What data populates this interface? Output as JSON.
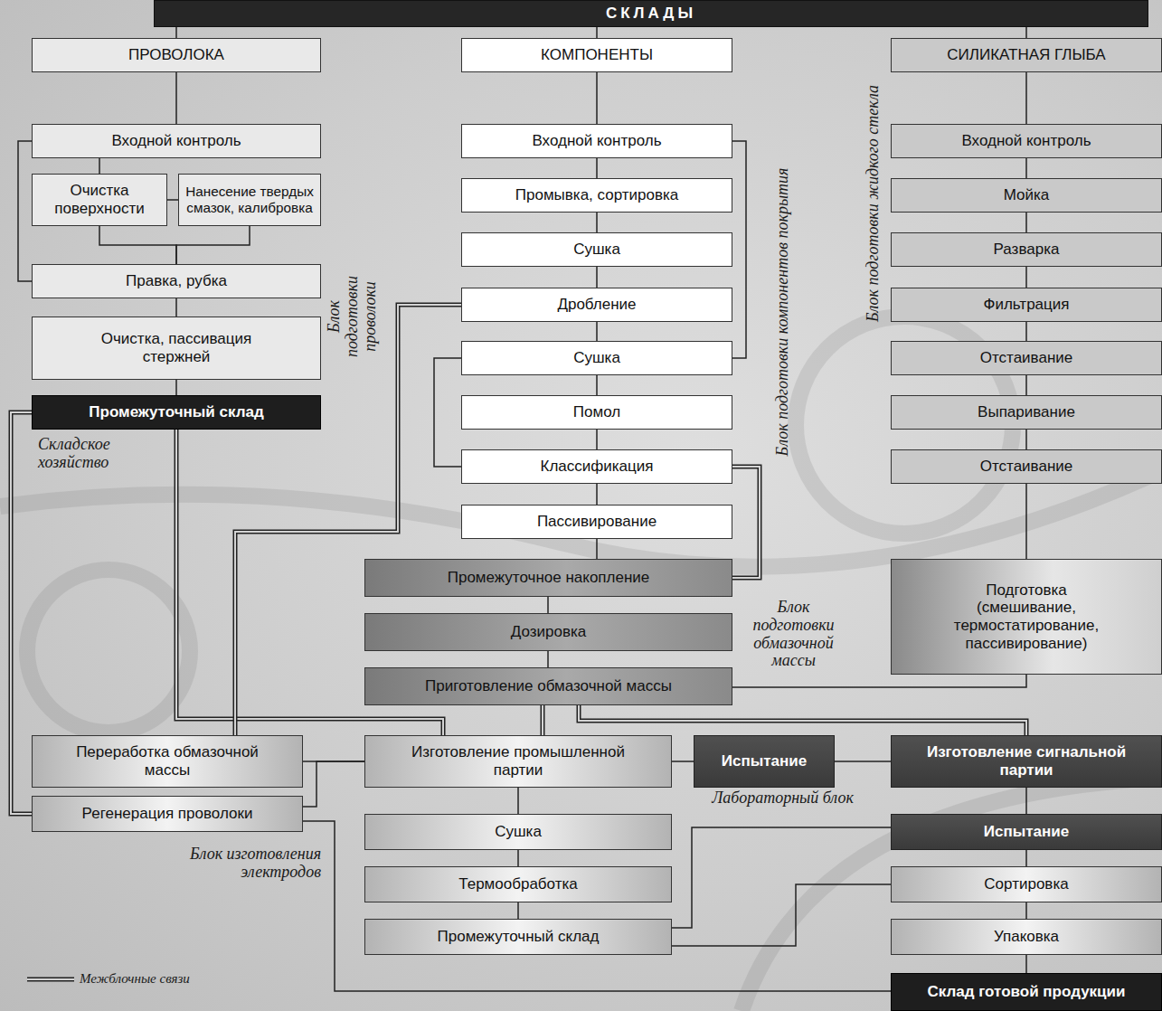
{
  "diagram": {
    "nodes": [
      {
        "text": [
          "СКЛАДЫ"
        ]
      },
      {
        "text": [
          "ПРОВОЛОКА"
        ]
      },
      {
        "text": [
          "Входной контроль"
        ]
      },
      {
        "text": [
          "Очистка поверхности"
        ]
      },
      {
        "text": [
          "Нанесение твердых смазок, калибровка"
        ]
      },
      {
        "text": [
          "Правка, рубка"
        ]
      },
      {
        "text": [
          "Очистка, пассивация стержней"
        ]
      },
      {
        "text": [
          "Промежуточный склад"
        ]
      },
      {
        "text": [
          "КОМПОНЕНТЫ"
        ]
      },
      {
        "text": [
          "Входной контроль"
        ]
      },
      {
        "text": [
          "Промывка, сортировка"
        ]
      },
      {
        "text": [
          "Сушка"
        ]
      },
      {
        "text": [
          "Дробление"
        ]
      },
      {
        "text": [
          "Сушка"
        ]
      },
      {
        "text": [
          "Помол"
        ]
      },
      {
        "text": [
          "Классификация"
        ]
      },
      {
        "text": [
          "Пассивирование"
        ]
      },
      {
        "text": [
          "Промежуточное накопление"
        ]
      },
      {
        "text": [
          "Дозировка"
        ]
      },
      {
        "text": [
          "Приготовление обмазочной массы"
        ]
      },
      {
        "text": [
          "СИЛИКАТНАЯ ГЛЫБА"
        ]
      },
      {
        "text": [
          "Входной контроль"
        ]
      },
      {
        "text": [
          "Мойка"
        ]
      },
      {
        "text": [
          "Разварка"
        ]
      },
      {
        "text": [
          "Фильтрация"
        ]
      },
      {
        "text": [
          "Отстаивание"
        ]
      },
      {
        "text": [
          "Выпаривание"
        ]
      },
      {
        "text": [
          "Отстаивание"
        ]
      },
      {
        "text": [
          "Подготовка (смешивание, термостатирование, пассивирование)"
        ]
      },
      {
        "text": [
          "Переработка обмазочной массы"
        ]
      },
      {
        "text": [
          "Регенерация проволоки"
        ]
      },
      {
        "text": [
          "Изготовление промышленной партии"
        ]
      },
      {
        "text": [
          "Испытание"
        ]
      },
      {
        "text": [
          "Изготовление сигнальной партии"
        ]
      },
      {
        "text": [
          "Сушка"
        ]
      },
      {
        "text": [
          "Термообработка"
        ]
      },
      {
        "text": [
          "Промежуточный склад"
        ]
      },
      {
        "text": [
          "Испытание"
        ]
      },
      {
        "text": [
          "Сортировка"
        ]
      },
      {
        "text": [
          "Упаковка"
        ]
      },
      {
        "text": [
          "Склад готовой продукции"
        ]
      }
    ],
    "edges": [
      {
        "from": 0,
        "to": 1,
        "arrow": "none"
      },
      {
        "from": 0,
        "to": 8,
        "arrow": "none"
      },
      {
        "from": 0,
        "to": 20,
        "arrow": "none"
      },
      {
        "from": 1,
        "to": 2,
        "arrow": "none"
      },
      {
        "from": 2,
        "to": 3,
        "arrow": "none"
      },
      {
        "from": 3,
        "to": 4,
        "arrow": "none"
      },
      {
        "from": 3,
        "to": 5,
        "arrow": "none"
      },
      {
        "from": 4,
        "to": 5,
        "arrow": "none"
      },
      {
        "from": 2,
        "to": 5,
        "arrow": "none"
      },
      {
        "from": 5,
        "to": 6,
        "arrow": "none"
      },
      {
        "from": 6,
        "to": 7,
        "arrow": "none"
      },
      {
        "from": 8,
        "to": 9,
        "arrow": "none"
      },
      {
        "from": 9,
        "to": 10,
        "arrow": "none"
      },
      {
        "from": 10,
        "to": 11,
        "arrow": "none"
      },
      {
        "from": 11,
        "to": 12,
        "arrow": "none"
      },
      {
        "from": 12,
        "to": 13,
        "arrow": "none"
      },
      {
        "from": 13,
        "to": 14,
        "arrow": "none"
      },
      {
        "from": 14,
        "to": 15,
        "arrow": "none"
      },
      {
        "from": 15,
        "to": 16,
        "arrow": "none"
      },
      {
        "from": 16,
        "to": 17,
        "arrow": "none"
      },
      {
        "from": 9,
        "to": 13,
        "arrow": "none"
      },
      {
        "from": 13,
        "to": 15,
        "arrow": "none"
      },
      {
        "from": 15,
        "to": 17,
        "arrow": "none"
      },
      {
        "from": 17,
        "to": 18,
        "arrow": "none"
      },
      {
        "from": 18,
        "to": 19,
        "arrow": "none"
      },
      {
        "from": 20,
        "to": 21,
        "arrow": "none"
      },
      {
        "from": 21,
        "to": 22,
        "arrow": "none"
      },
      {
        "from": 22,
        "to": 23,
        "arrow": "none"
      },
      {
        "from": 23,
        "to": 24,
        "arrow": "none"
      },
      {
        "from": 24,
        "to": 25,
        "arrow": "none"
      },
      {
        "from": 25,
        "to": 26,
        "arrow": "none"
      },
      {
        "from": 26,
        "to": 27,
        "arrow": "none"
      },
      {
        "from": 27,
        "to": 28,
        "arrow": "none"
      },
      {
        "from": 28,
        "to": 19,
        "arrow": "none"
      },
      {
        "from": 7,
        "to": 30,
        "arrow": "none"
      },
      {
        "from": 7,
        "to": 31,
        "arrow": "none"
      },
      {
        "from": 12,
        "to": 29,
        "arrow": "none"
      },
      {
        "from": 19,
        "to": 31,
        "arrow": "none"
      },
      {
        "from": 19,
        "to": 33,
        "arrow": "none"
      },
      {
        "from": 29,
        "to": 31,
        "arrow": "none"
      },
      {
        "from": 30,
        "to": 31,
        "arrow": "none"
      },
      {
        "from": 31,
        "to": 32,
        "arrow": "none"
      },
      {
        "from": 32,
        "to": 33,
        "arrow": "none"
      },
      {
        "from": 31,
        "to": 34,
        "arrow": "none"
      },
      {
        "from": 34,
        "to": 35,
        "arrow": "none"
      },
      {
        "from": 35,
        "to": 36,
        "arrow": "none"
      },
      {
        "from": 33,
        "to": 37,
        "arrow": "none"
      },
      {
        "from": 36,
        "to": 37,
        "arrow": "none"
      },
      {
        "from": 36,
        "to": 38,
        "arrow": "none"
      },
      {
        "from": 37,
        "to": 38,
        "arrow": "none"
      },
      {
        "from": 38,
        "to": 39,
        "arrow": "none"
      },
      {
        "from": 39,
        "to": 40,
        "arrow": "none"
      },
      {
        "from": 40,
        "to": 30,
        "arrow": "none"
      }
    ],
    "labels": [
      "Блок подготовки проволоки",
      "Складское хозяйство",
      "Блок подготовки компонентов покрытия",
      "Блок подготовки жидкого стекла",
      "Блок подготовки обмазочной массы",
      "Лабораторный блок",
      "Блок изготовления электродов"
    ],
    "legend": [
      {
        "text": "Межблочные связи"
      }
    ]
  }
}
